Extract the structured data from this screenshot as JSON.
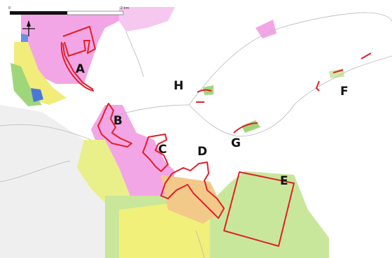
{
  "scale_bar": {
    "left_label": "0",
    "right_label": "2 km"
  },
  "colors": {
    "outline": "#e0202a",
    "pink_landuse": "#f3a6e6",
    "green_landuse": "#b8df8a",
    "yellow_landuse": "#f2ec7a",
    "orange_landuse": "#f3c98a",
    "water_blue": "#4a78d8",
    "coast_line": "#b8b8b8"
  },
  "sites": [
    {
      "id": "A",
      "label": "A"
    },
    {
      "id": "B",
      "label": "B"
    },
    {
      "id": "C",
      "label": "C"
    },
    {
      "id": "D",
      "label": "D"
    },
    {
      "id": "E",
      "label": "E"
    },
    {
      "id": "F",
      "label": "F"
    },
    {
      "id": "G",
      "label": "G"
    },
    {
      "id": "H",
      "label": "H"
    }
  ]
}
